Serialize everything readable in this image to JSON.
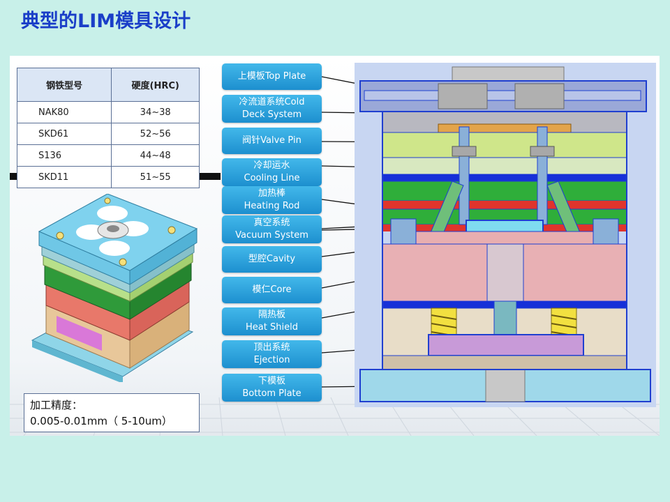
{
  "title": "典型的LIM模具设计",
  "table": {
    "headers": [
      "钢铁型号",
      "硬度(HRC)"
    ],
    "rows": [
      [
        "NAK80",
        "34~38"
      ],
      [
        "SKD61",
        "52~56"
      ],
      [
        "S136",
        "44~48"
      ],
      [
        "SKD11",
        "51~55"
      ]
    ]
  },
  "precision": {
    "label": "加工精度：",
    "value": "0.005-0.01mm（ 5-10um）"
  },
  "parts": [
    {
      "cn": "上模板",
      "en": "Top Plate",
      "line1": "上模板Top Plate",
      "line2": ""
    },
    {
      "cn": "冷流道系统",
      "en": "Cold Deck System",
      "line1": "冷流道系统Cold",
      "line2": "Deck System"
    },
    {
      "cn": "阀针",
      "en": "Valve Pin",
      "line1": "阀针Valve Pin",
      "line2": ""
    },
    {
      "cn": "冷却运水",
      "en": "Cooling Line",
      "line1": "冷却运水",
      "line2": "Cooling Line"
    },
    {
      "cn": "加热棒",
      "en": "Heating Rod",
      "line1": "加热棒",
      "line2": "Heating Rod"
    },
    {
      "cn": "真空系统",
      "en": "Vacuum System",
      "line1": "真空系统",
      "line2": "Vacuum System"
    },
    {
      "cn": "型腔",
      "en": "Cavity",
      "line1": "型腔Cavity",
      "line2": ""
    },
    {
      "cn": "模仁",
      "en": "Core",
      "line1": "模仁Core",
      "line2": ""
    },
    {
      "cn": "隔热板",
      "en": "Heat Shield",
      "line1": "隔热板",
      "line2": "Heat Shield"
    },
    {
      "cn": "顶出系统",
      "en": "Ejection",
      "line1": "顶出系统",
      "line2": "Ejection"
    },
    {
      "cn": "下模板",
      "en": "Bottom Plate",
      "line1": "下模板",
      "line2": "Bottom Plate"
    }
  ],
  "colors": {
    "title": "#1a3ec8",
    "label_bg": "#2ea4dd",
    "background": "#c8f0e9"
  }
}
